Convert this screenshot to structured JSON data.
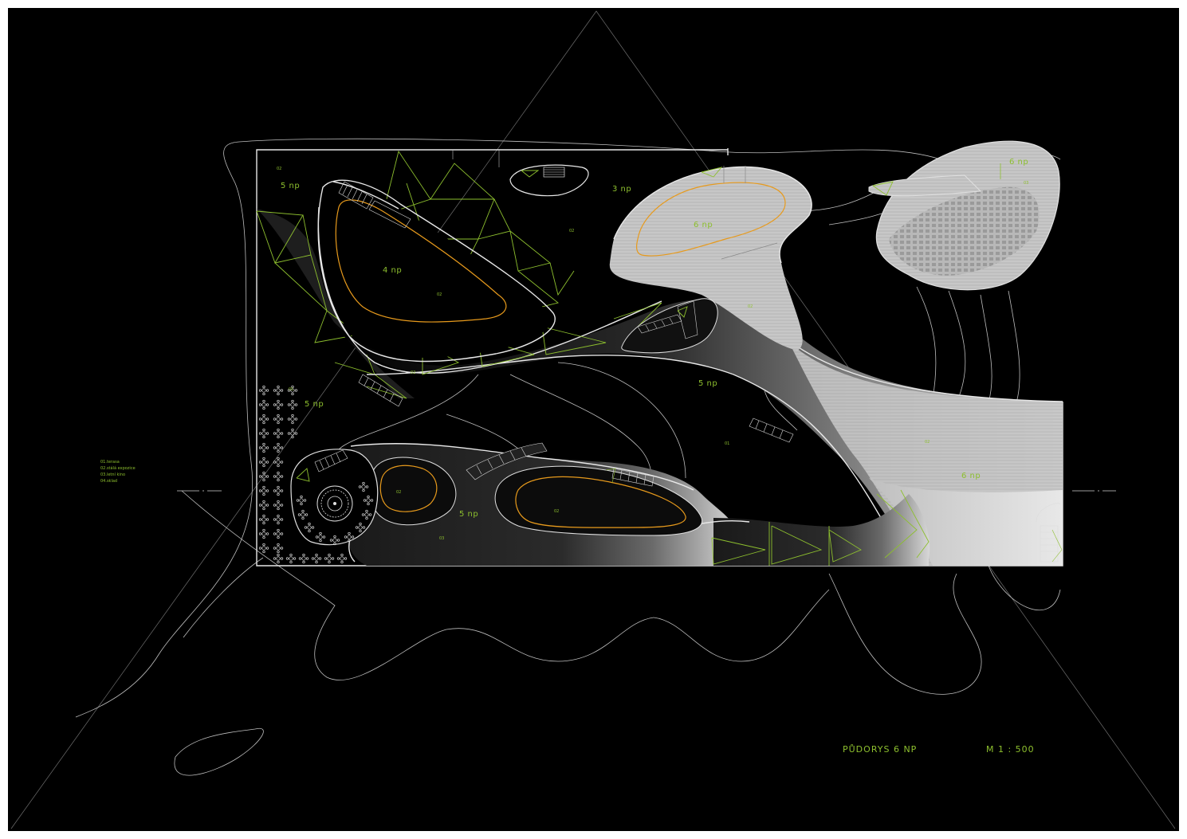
{
  "drawing": {
    "title": "PŮDORYS 6 NP",
    "scale": "M 1 : 500",
    "colors": {
      "background": "#000000",
      "frame": "#ffffff",
      "label": "#8dbf2e",
      "contour": "#e79a1c",
      "line": "#bdbdbd"
    }
  },
  "legend": [
    "01.terasa",
    "02.stálá expozice",
    "03.letní kino",
    "04.sklad"
  ],
  "levels": {
    "l1": "5 np",
    "l2": "3 np",
    "l3": "4 np",
    "l4": "5 np",
    "l5": "5 np",
    "l6": "5 np",
    "l7": "6 np",
    "l8": "6 np",
    "l9": "6 np"
  },
  "rooms": {
    "r1": "02",
    "r2": "02",
    "r3": "02",
    "r4": "01",
    "r5": "02",
    "r6": "01",
    "r7": "02",
    "r8": "02",
    "r9": "02",
    "r10": "03",
    "r11": "02",
    "r12": "03"
  }
}
